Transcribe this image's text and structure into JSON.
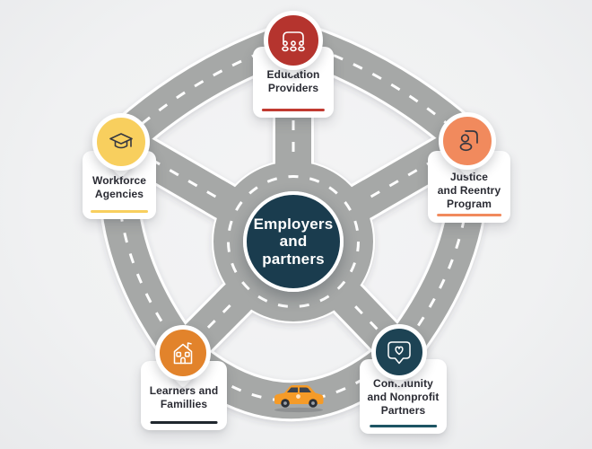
{
  "title": {
    "lines": [
      "Employers",
      "and",
      "partners"
    ]
  },
  "colors": {
    "background": "#f1f2f2",
    "road": "#a6a8a7",
    "road_casing": "#ffffff",
    "road_dash": "#ffffff",
    "center_circle": "#1a3c4e",
    "card_text": "#2a2b33"
  },
  "nodes": [
    {
      "id": "education",
      "lines": [
        "Education",
        "Providers"
      ],
      "icon": "classroom-icon",
      "icon_bg": "#b5342e",
      "icon_stroke": "#ffffff",
      "underline": "#c13a31"
    },
    {
      "id": "justice",
      "lines": [
        "Justice",
        "and Reentry",
        "Program"
      ],
      "icon": "person-id-icon",
      "icon_bg": "#f18a5d",
      "icon_stroke": "#363840",
      "underline": "#f18a5d"
    },
    {
      "id": "workforce",
      "lines": [
        "Workforce",
        "Agencies"
      ],
      "icon": "graduation-cap-icon",
      "icon_bg": "#f8cf5e",
      "icon_stroke": "#363840",
      "underline": "#f8cf5e"
    },
    {
      "id": "learners",
      "lines": [
        "Learners and",
        "Famillies"
      ],
      "icon": "house-icon",
      "icon_bg": "#e2832b",
      "icon_stroke": "#ffffff",
      "underline": "#20272e"
    },
    {
      "id": "community",
      "lines": [
        "Community",
        "and Nonprofit",
        "Partners"
      ],
      "icon": "heart-bubble-icon",
      "icon_bg": "#1d4354",
      "icon_stroke": "#ffffff",
      "underline": "#1d5564"
    }
  ],
  "car": {
    "name": "car",
    "body": "#f59b28",
    "window": "#3a424e",
    "wheel": "#2b2f36"
  }
}
